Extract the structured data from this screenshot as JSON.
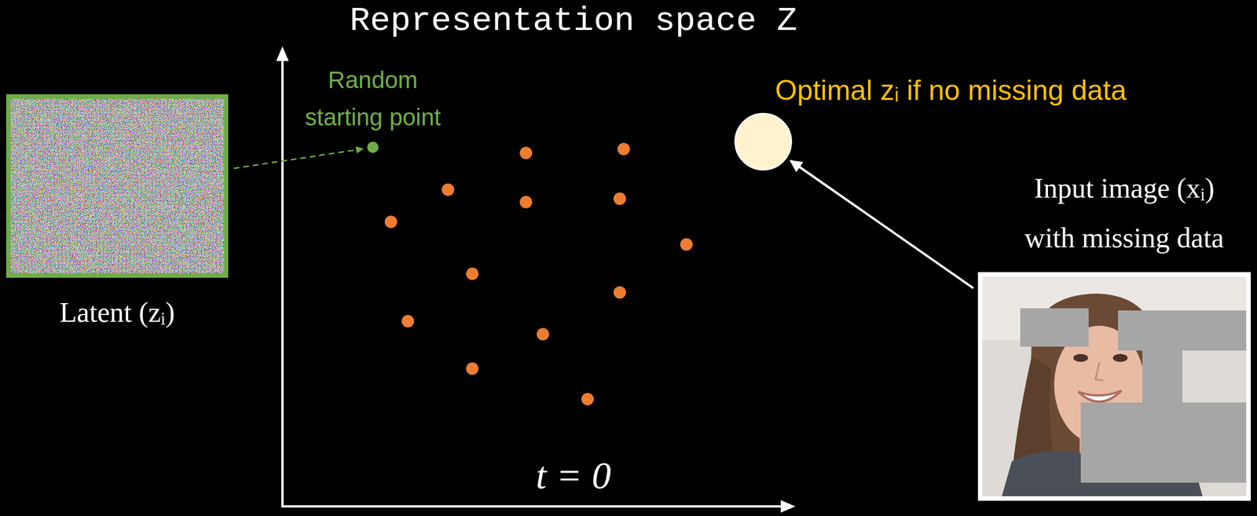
{
  "diagram": {
    "title": "Representation space Z",
    "nodes": [
      {
        "text": [
          "Latent (zᵢ)"
        ]
      },
      {
        "text": [
          "Random starting point"
        ]
      },
      {
        "text": [
          "Optimal zᵢ if no missing data"
        ]
      },
      {
        "text": [
          "Input image (xᵢ) with missing data"
        ]
      }
    ],
    "edges": [
      {
        "from": 0,
        "to": 1,
        "arrow": "to"
      },
      {
        "from": 3,
        "to": 2,
        "arrow": "to"
      }
    ],
    "labels": [
      "t = 0"
    ]
  }
}
